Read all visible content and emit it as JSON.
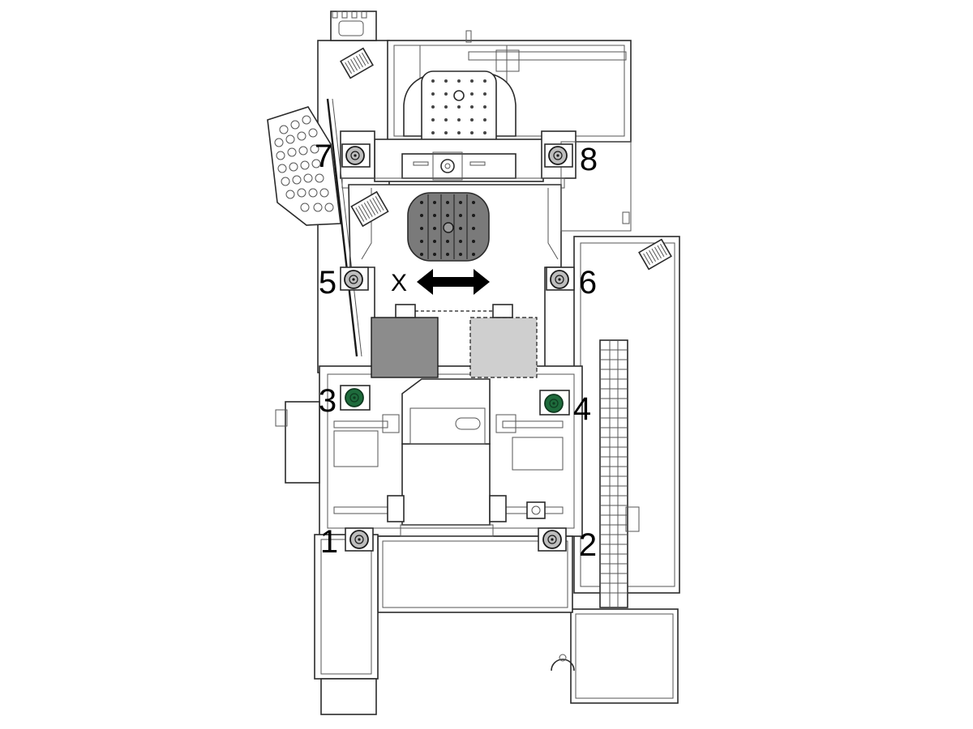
{
  "diagram": {
    "axis_label": "X",
    "mount_labels": [
      "1",
      "2",
      "3",
      "4",
      "5",
      "6",
      "7",
      "8"
    ],
    "colors": {
      "line": "#2b2b2b",
      "highlighted_mount": "#1e6b3c",
      "mount_gray": "#bdbdbd",
      "carriage_current": "#8c8c8c",
      "carriage_ghost": "#cfcfcf",
      "table_fill": "#7a7a7a"
    },
    "highlighted_mounts": [
      "3",
      "4"
    ]
  }
}
